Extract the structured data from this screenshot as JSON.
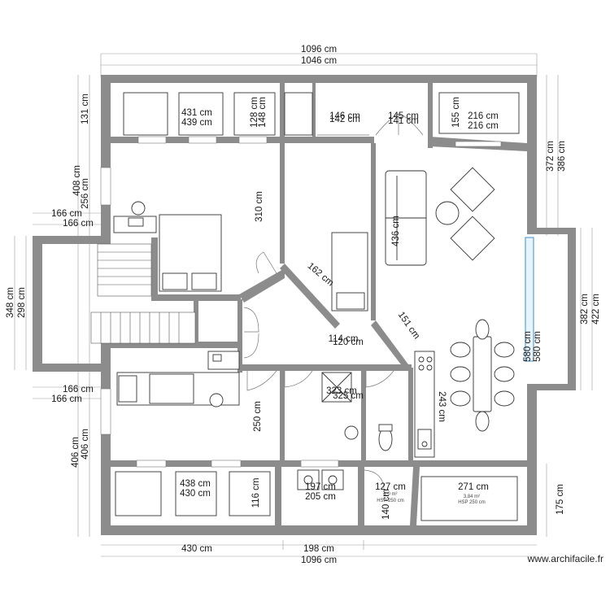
{
  "watermark": "www.archifacile.fr",
  "dimensions": {
    "top_outer": "1096 cm",
    "top_inner": "1046 cm",
    "bottom_left": "430 cm",
    "bottom_mid": "198 cm",
    "bottom_total": "1096 cm",
    "left_131": "131 cm",
    "left_408": "408 cm",
    "left_256": "256 cm",
    "left_166a": "166 cm",
    "left_166b": "166 cm",
    "left_348": "348 cm",
    "left_298": "298 cm",
    "left_166c": "166 cm",
    "left_166d": "166 cm",
    "left_406a": "406 cm",
    "left_406b": "406 cm",
    "right_372": "372 cm",
    "right_386": "386 cm",
    "right_382": "382 cm",
    "right_422": "422 cm",
    "right_175": "175 cm",
    "room_431": "431 cm",
    "room_439": "439 cm",
    "room_128": "128 cm",
    "room_148": "148 cm",
    "room_146": "146 cm",
    "room_142": "142 cm",
    "room_145": "145 cm",
    "room_141": "141 cm",
    "room_155": "155 cm",
    "room_216a": "216 cm",
    "room_216b": "216 cm",
    "room_310": "310 cm",
    "room_436": "436 cm",
    "room_162": "162 cm",
    "room_151": "151 cm",
    "room_114": "114 cm",
    "room_120": "120 cm",
    "room_580a": "580 cm",
    "room_580b": "580 cm",
    "room_250": "250 cm",
    "room_323": "323 cm",
    "room_325": "325 cm",
    "room_243": "243 cm",
    "room_438": "438 cm",
    "room_430": "430 cm",
    "room_197": "197 cm",
    "room_205": "205 cm",
    "room_127": "127 cm",
    "room_140": "140 cm",
    "room_271": "271 cm",
    "room_116": "116 cm",
    "area_a": "1,0 m²",
    "area_a_sub": "HSP 250 cm",
    "area_b": "3,84 m²",
    "area_b_sub": "HSP 250 cm"
  }
}
